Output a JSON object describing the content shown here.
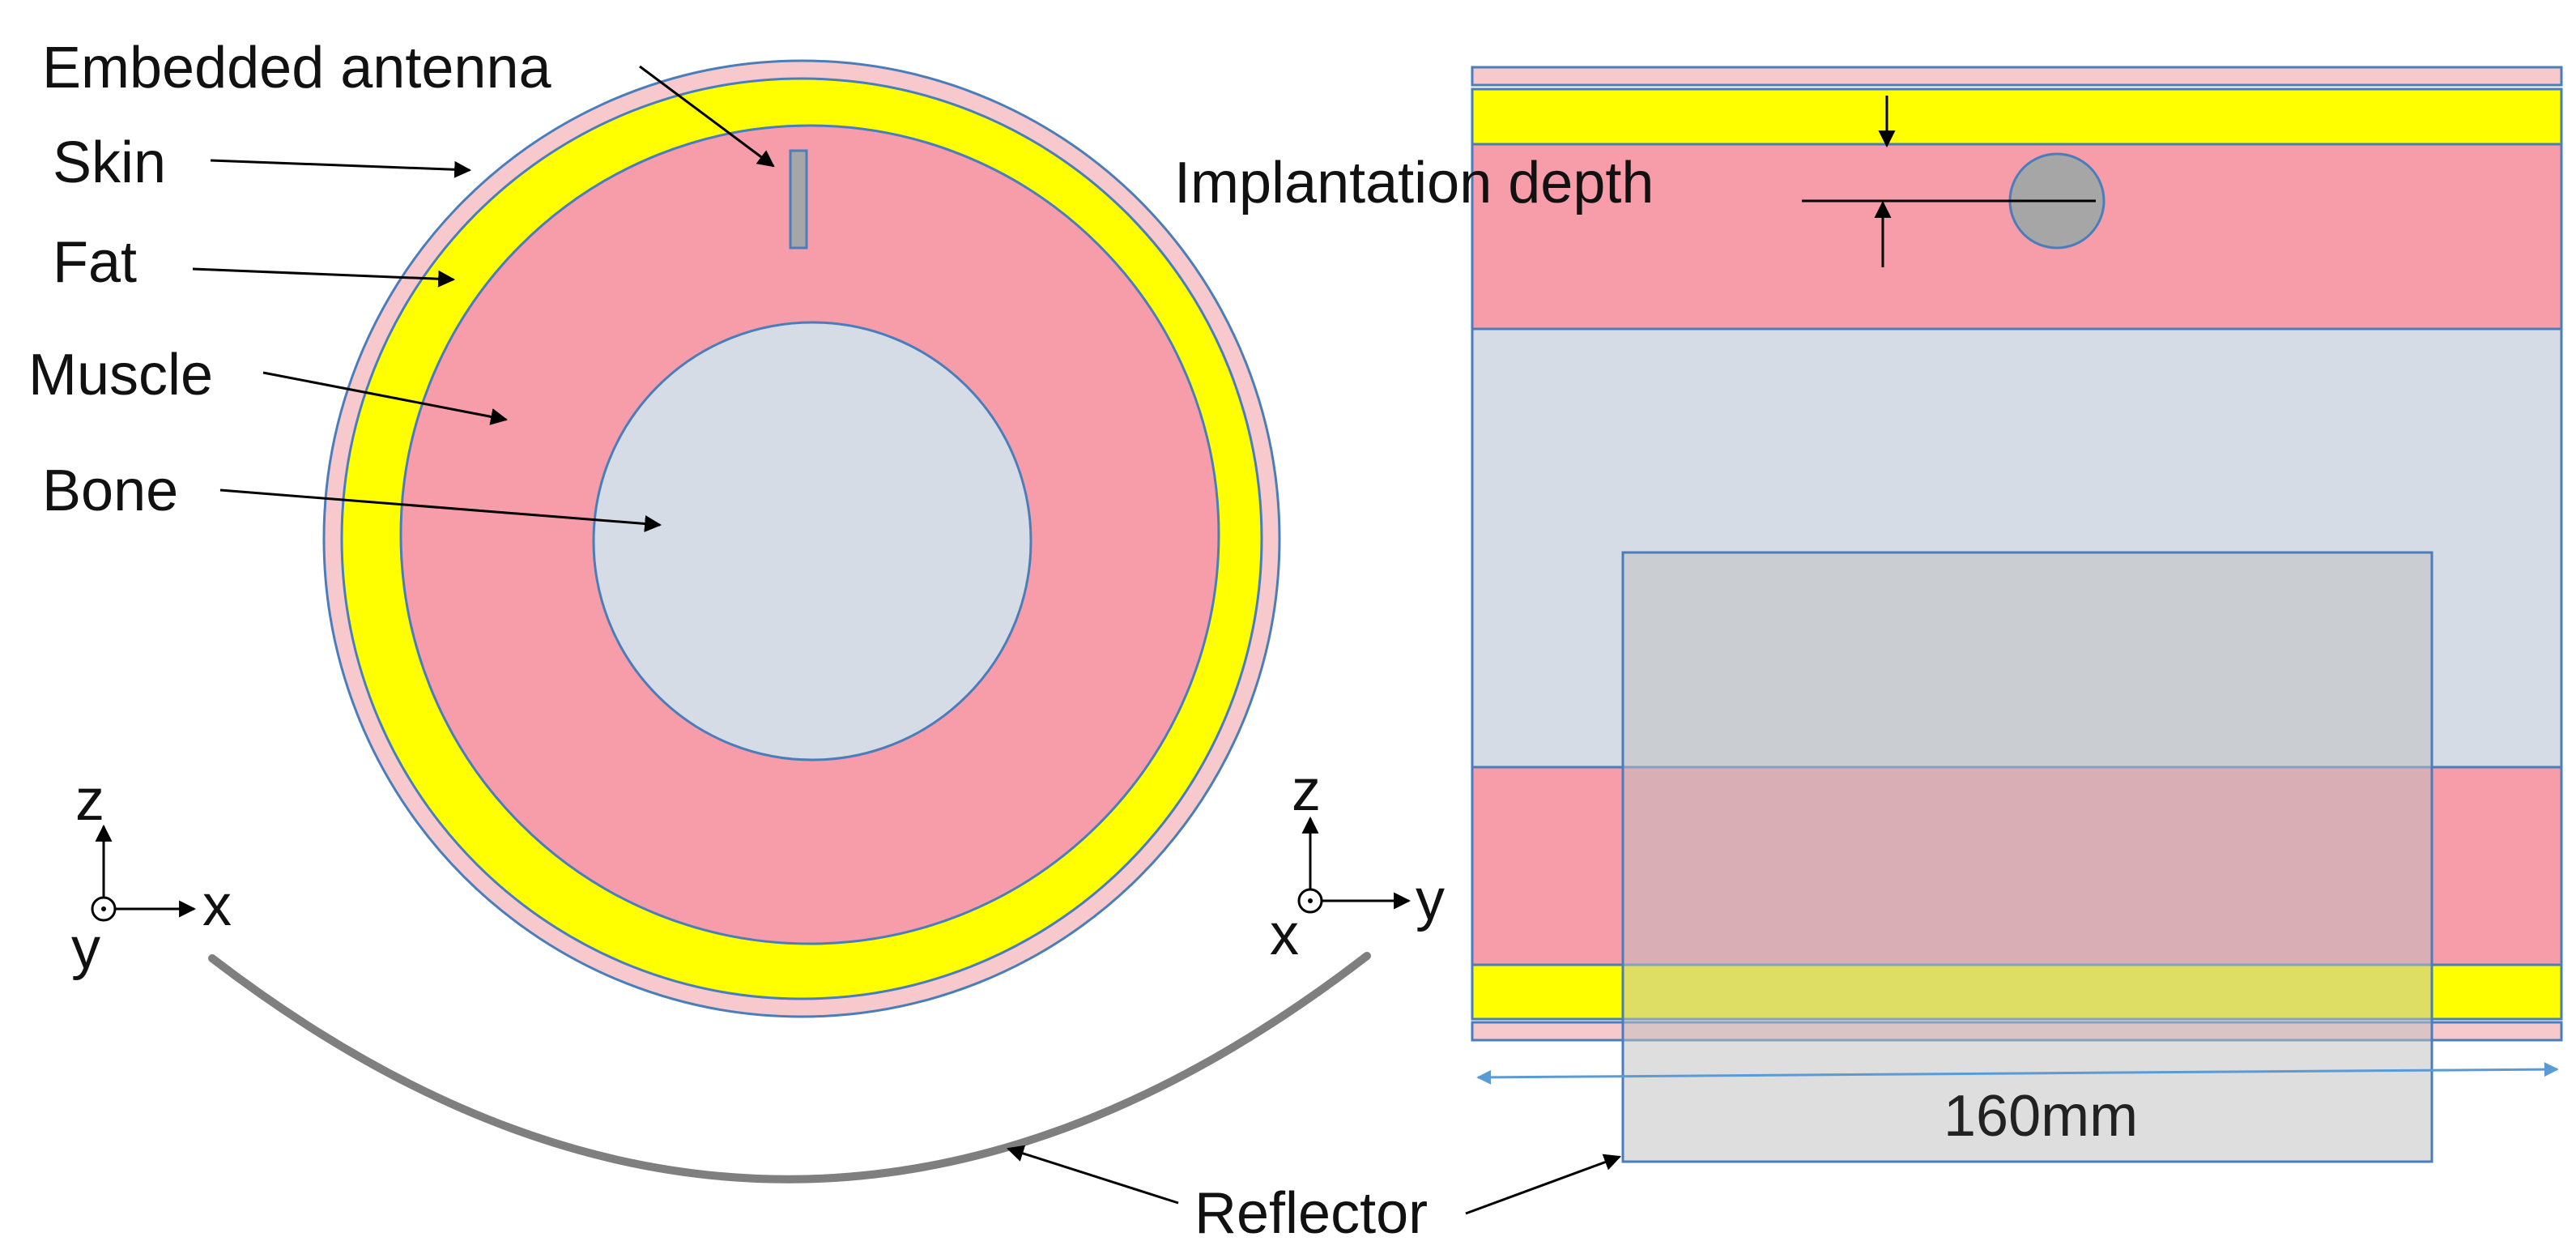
{
  "labels": {
    "embedded_antenna": "Embedded antenna",
    "skin": "Skin",
    "fat": "Fat",
    "muscle": "Muscle",
    "bone": "Bone",
    "implantation_depth": "Implantation depth",
    "reflector": "Reflector",
    "width_dimension": "160mm"
  },
  "axes": {
    "left": {
      "up": "z",
      "right": "x",
      "into": "y"
    },
    "right": {
      "up": "z",
      "right": "y",
      "into": "x"
    }
  },
  "colors": {
    "skin": "#F7C9CC",
    "fat": "#FFFF00",
    "muscle": "#F79CA9",
    "bone": "#D6DCE5",
    "antenna": "#A6A6A6",
    "reflector": "#7F7F7F",
    "reflector_block": "#BFBFBF",
    "outline": "#4A7EBB",
    "dimension_line": "#5B9BD5"
  }
}
